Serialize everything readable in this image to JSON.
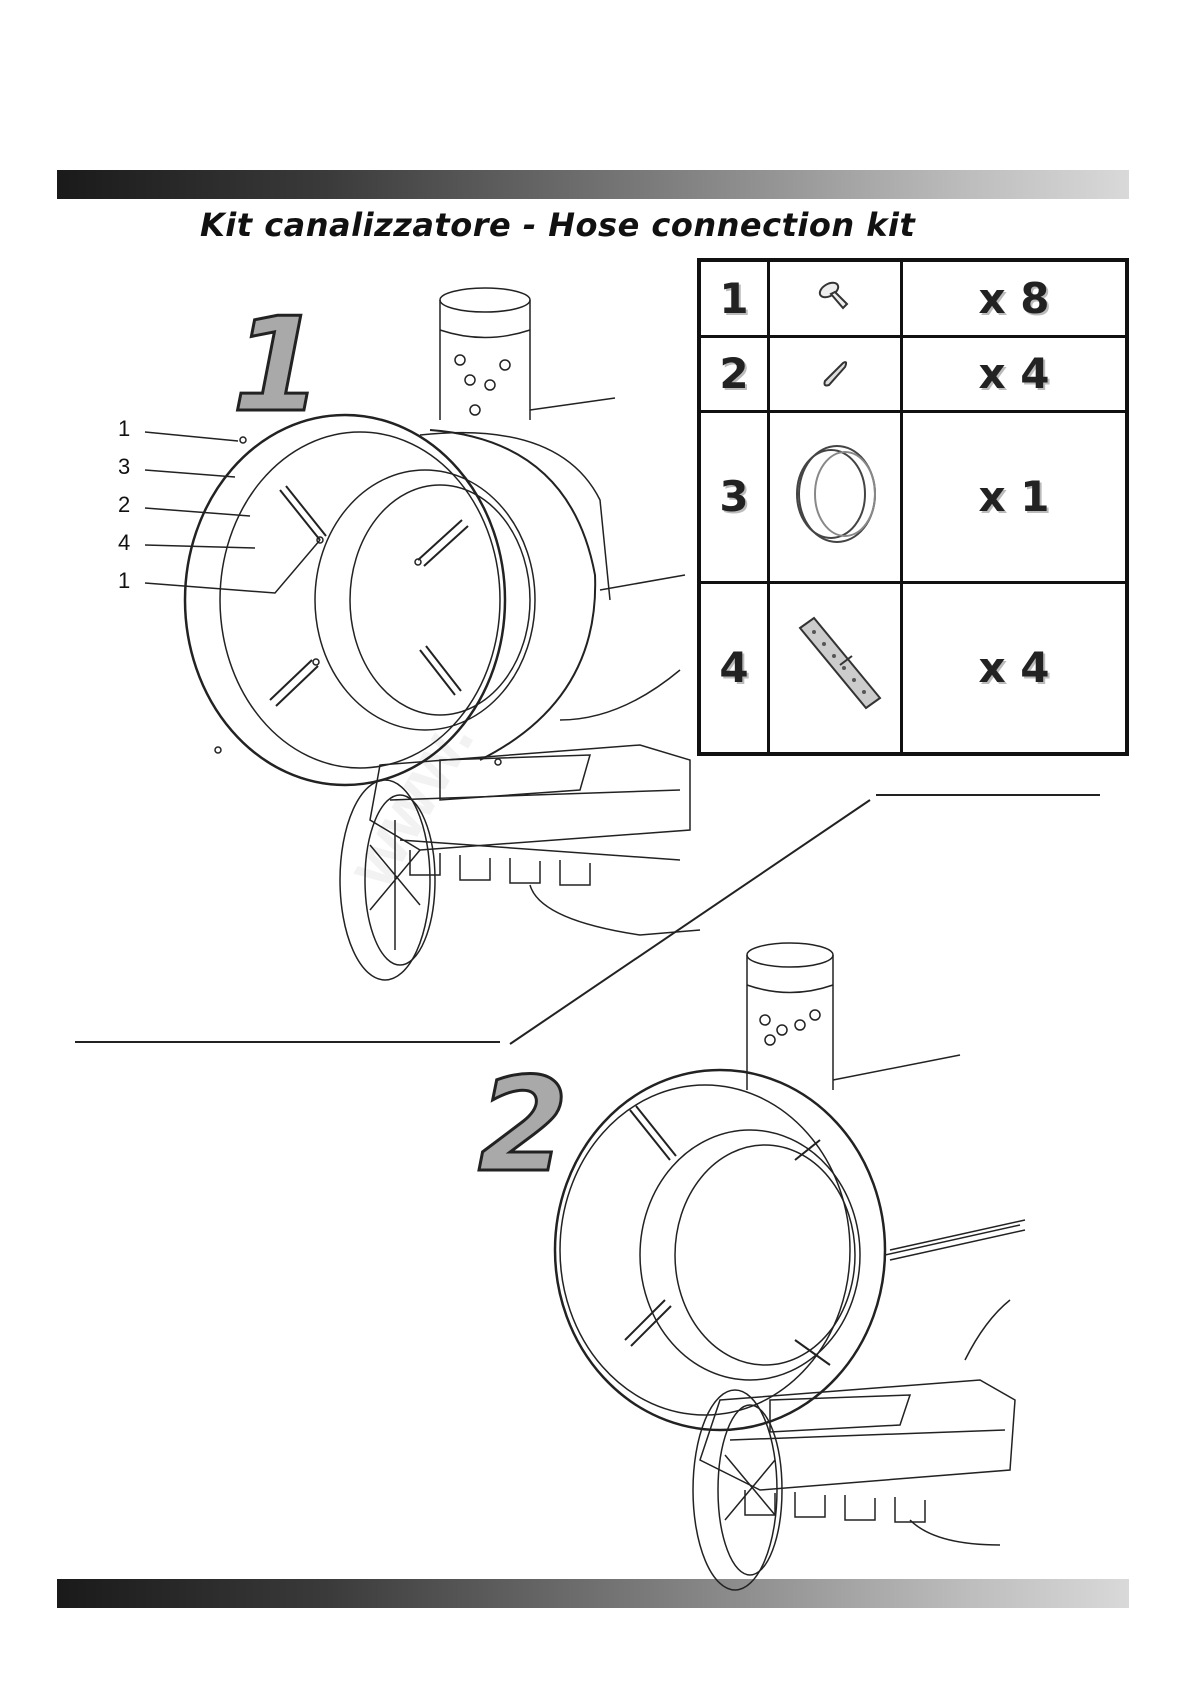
{
  "header": {
    "title": "Kit canalizzatore - Hose connection kit"
  },
  "steps": [
    {
      "label": "1"
    },
    {
      "label": "2"
    }
  ],
  "callouts": [
    "1",
    "3",
    "2",
    "4",
    "1"
  ],
  "parts_table": [
    {
      "num": "1",
      "icon": "screw-icon",
      "qty": "x 8"
    },
    {
      "num": "2",
      "icon": "clip-icon",
      "qty": "x 4"
    },
    {
      "num": "3",
      "icon": "ring-icon",
      "qty": "x 1"
    },
    {
      "num": "4",
      "icon": "bracket-strip-icon",
      "qty": "x 4"
    }
  ],
  "watermark": "www."
}
